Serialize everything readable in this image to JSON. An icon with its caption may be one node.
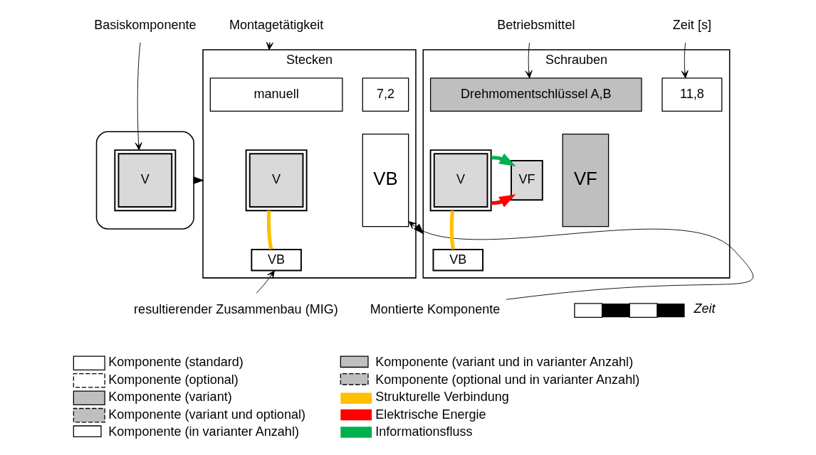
{
  "diagram": {
    "nodes": [
      {
        "text": [],
        "shape": "hexagon"
      },
      {
        "text": [
          "V"
        ],
        "in": 0
      },
      {
        "text": [
          "Basiskomponente"
        ]
      },
      {
        "text": [
          "Stecken"
        ]
      },
      {
        "text": [
          "manuell"
        ],
        "in": 3
      },
      {
        "text": [
          "7,2"
        ],
        "in": 3
      },
      {
        "text": [
          "V"
        ],
        "in": 3
      },
      {
        "text": [
          "VB"
        ],
        "in": 3
      },
      {
        "text": [
          "VB"
        ],
        "in": 3
      },
      {
        "text": [
          "Montagetätigkeit"
        ]
      },
      {
        "text": [
          "resultierender Zusammenbau (MIG)"
        ]
      },
      {
        "text": [
          "Montierte Komponente"
        ]
      },
      {
        "text": [
          "Schrauben"
        ]
      },
      {
        "text": [
          "Drehmomentschlüssel A,B"
        ],
        "in": 12
      },
      {
        "text": [
          "11,8"
        ],
        "in": 12
      },
      {
        "text": [
          "V"
        ],
        "in": 12
      },
      {
        "text": [
          "VF"
        ],
        "in": 12
      },
      {
        "text": [
          "VB"
        ],
        "in": 12
      },
      {
        "text": [
          "VF"
        ],
        "in": 12
      },
      {
        "text": [
          "Betriebsmittel"
        ]
      },
      {
        "text": [
          "Zeit [s]"
        ]
      }
    ],
    "edges": [
      {
        "from": 0,
        "to": 3,
        "arrow": "to"
      },
      {
        "from": 3,
        "to": 12,
        "arrow": "to"
      },
      {
        "from": 6,
        "to": 7,
        "arrow": "none",
        "style": "thick",
        "color": "#ffc000"
      },
      {
        "from": 15,
        "to": 16,
        "arrow": "to",
        "style": "thick",
        "color": "#ff0000"
      },
      {
        "from": 15,
        "to": 16,
        "arrow": "to",
        "style": "thick",
        "color": "#00b050"
      },
      {
        "from": 15,
        "to": 17,
        "arrow": "none",
        "style": "thick",
        "color": "#ffc000"
      },
      {
        "from": 2,
        "to": 1,
        "arrow": "to"
      },
      {
        "from": 9,
        "to": 3,
        "arrow": "to"
      },
      {
        "from": 10,
        "to": 7,
        "arrow": "to"
      },
      {
        "from": 11,
        "to": 8,
        "arrow": "to"
      },
      {
        "from": 19,
        "to": 13,
        "arrow": "to"
      },
      {
        "from": 20,
        "to": 14,
        "arrow": "to"
      }
    ],
    "labels": [
      "Zeit"
    ],
    "legend": [
      {
        "text": "Komponente (standard)"
      },
      {
        "text": "Komponente (optional)"
      },
      {
        "text": "Komponente (variant)",
        "color": "#bfbfbf"
      },
      {
        "text": "Komponente (variant und optional)"
      },
      {
        "text": "Komponente (in varianter Anzahl)"
      },
      {
        "text": "Komponente (variant und in varianter Anzahl)"
      },
      {
        "text": "Komponente (optional und in varianter Anzahl)"
      },
      {
        "text": "Strukturelle Verbindung"
      },
      {
        "text": "Elektrische Energie"
      },
      {
        "text": "Informationsfluss"
      }
    ]
  }
}
